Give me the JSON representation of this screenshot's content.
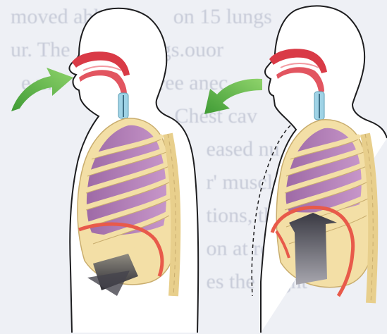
{
  "colors": {
    "background": "#eef0f5",
    "outline": "#1d1d1f",
    "airway": "#d93a46",
    "airway_light": "#f07b85",
    "trachea": "#9fd3e6",
    "lung": "#b07ab4",
    "ribs": "#f3dfa6",
    "ribs_edge": "#c9ad6e",
    "diaphragm": "#e85a4a",
    "arrow": "#6cbf4c"
  },
  "panels": [
    {
      "phase": "inhalation",
      "arrow_direction": "into-mouth",
      "diaphragm": "lowered",
      "abdomen_arrow": "down"
    },
    {
      "phase": "exhalation",
      "arrow_direction": "out-of-mouth",
      "diaphragm": "raised",
      "abdomen_arrow": "up",
      "chest_outline": "dashed"
    }
  ]
}
